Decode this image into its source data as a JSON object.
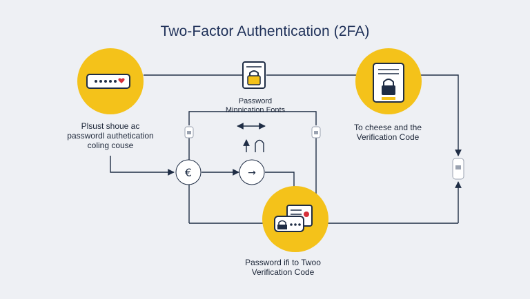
{
  "title": "Two-Factor Authentication (2FA)",
  "nodes": {
    "password_entry": {
      "label_lines": [
        "Plsust shoue ac",
        "passwordl authetication",
        "coling couse"
      ]
    },
    "password_doc": {
      "label_lines": [
        "Password",
        "Minnication Fonts"
      ]
    },
    "verification": {
      "label_lines": [
        "To cheese and the",
        "Verification Code"
      ]
    },
    "combined": {
      "label_lines": [
        "Password ifi to Twoo",
        "Verification Code"
      ]
    }
  },
  "markers": {
    "euro_symbol": "€",
    "arrow_symbol": "→"
  },
  "colors": {
    "accent_yellow": "#f4c21a",
    "line": "#1f2d45",
    "title": "#1f3159",
    "background": "#eef0f4"
  }
}
